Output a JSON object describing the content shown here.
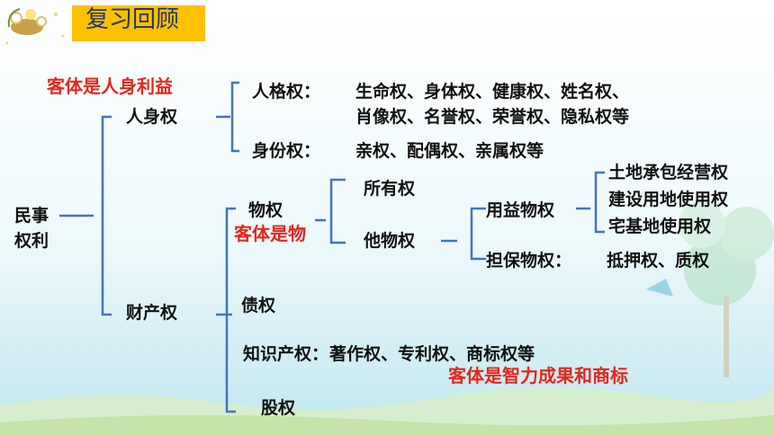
{
  "title": "复习回顾",
  "notes": {
    "personal_object": "客体是人身利益",
    "thing_object": "客体是物",
    "ip_object": "客体是智力成果和商标"
  },
  "root": "民事权利",
  "personal": {
    "label": "人身权",
    "personality": {
      "label": "人格权：",
      "line1": "生命权、身体权、健康权、姓名权、",
      "line2": "肖像权、名誉权、荣誉权、隐私权等"
    },
    "status": {
      "label": "身份权：",
      "items": "亲权、配偶权、亲属权等"
    }
  },
  "property": {
    "label": "财产权",
    "real": {
      "label": "物权",
      "ownership": "所有权",
      "other": "他物权",
      "usufruct": {
        "label": "用益物权",
        "items": [
          "土地承包经营权",
          "建设用地使用权",
          "宅基地使用权"
        ]
      },
      "security": {
        "label": "担保物权：",
        "items": "抵押权、质权"
      }
    },
    "creditor": "债权",
    "ip": {
      "label": "知识产权：",
      "items": "著作权、专利权、商标权等"
    },
    "equity": "股权"
  }
}
